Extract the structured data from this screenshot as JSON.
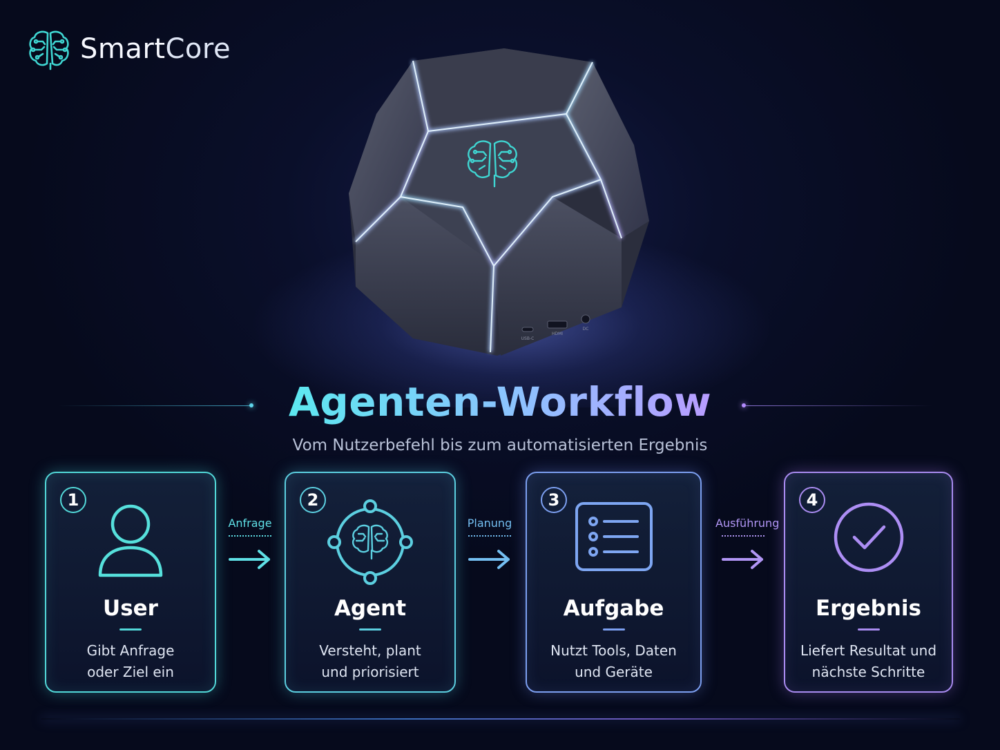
{
  "brand": {
    "name_part1": "Smart",
    "name_part2": "Core"
  },
  "device": {
    "port_labels": [
      "USB-C",
      "HDMI",
      "DC"
    ]
  },
  "heading": {
    "title": "Agenten-Workflow",
    "subtitle": "Vom Nutzerbefehl bis zum automatisierten Ergebnis"
  },
  "steps": [
    {
      "number": "1",
      "title": "User",
      "desc_line1": "Gibt Anfrage",
      "desc_line2": "oder Ziel ein",
      "icon": "user-icon",
      "color": "#52d8d8"
    },
    {
      "number": "2",
      "title": "Agent",
      "desc_line1": "Versteht, plant",
      "desc_line2": "und priorisiert",
      "icon": "agent-brain-icon",
      "color": "#5ccfe0"
    },
    {
      "number": "3",
      "title": "Aufgabe",
      "desc_line1": "Nutzt Tools, Daten",
      "desc_line2": "und Geräte",
      "icon": "task-list-icon",
      "color": "#7c9ff0"
    },
    {
      "number": "4",
      "title": "Ergebnis",
      "desc_line1": "Liefert Resultat und",
      "desc_line2": "nächste Schritte",
      "icon": "check-circle-icon",
      "color": "#a98bf0"
    }
  ],
  "connectors": [
    {
      "label": "Anfrage",
      "color": "#5fe0e6"
    },
    {
      "label": "Planung",
      "color": "#74bff2"
    },
    {
      "label": "Ausführung",
      "color": "#b196f5"
    }
  ]
}
